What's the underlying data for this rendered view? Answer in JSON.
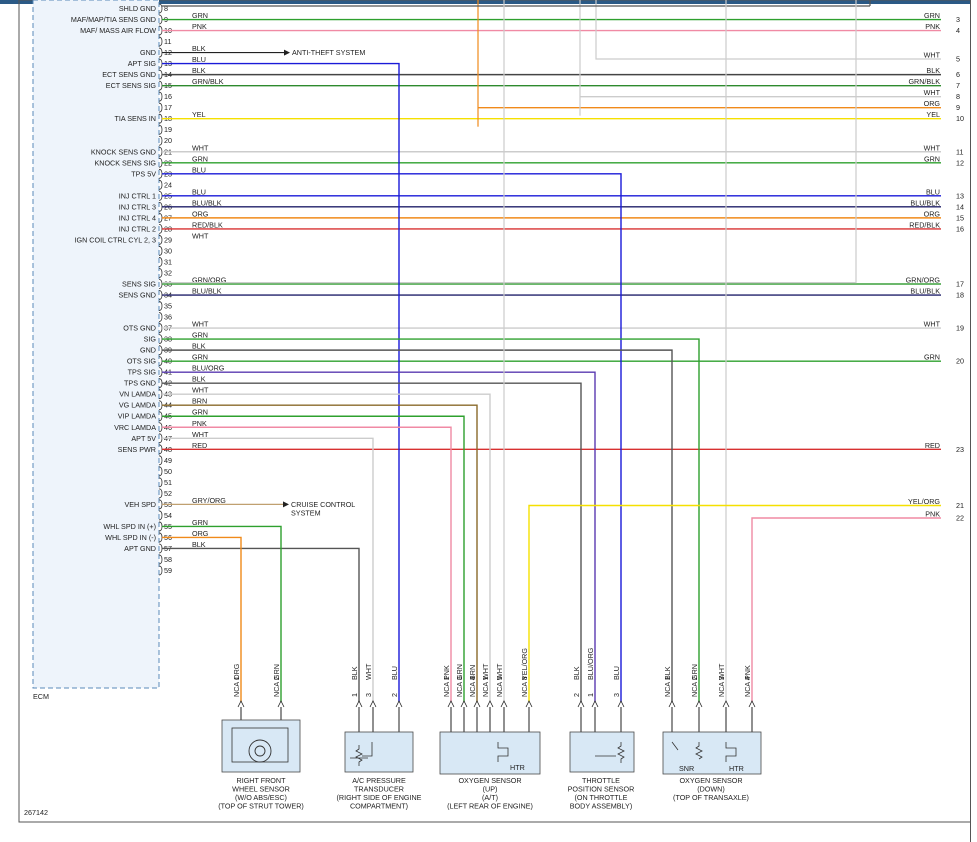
{
  "ecm": {
    "label": "ECM",
    "diagram_id": "267142",
    "pins": [
      {
        "n": "8",
        "name": "SHLD GND",
        "wire": "",
        "color": ""
      },
      {
        "n": "9",
        "name": "MAF/MAP/TIA SENS GND",
        "wire": "GRN",
        "color": "#2ea02e",
        "right": "GRN",
        "num": "3"
      },
      {
        "n": "10",
        "name": "MAF/ MASS AIR FLOW",
        "wire": "PNK",
        "color": "#f08aa4",
        "right": "PNK",
        "num": "4"
      },
      {
        "n": "11",
        "name": "",
        "wire": "",
        "color": ""
      },
      {
        "n": "12",
        "name": "GND",
        "wire": "BLK",
        "color": "#222222",
        "arrow": "ANTI-THEFT SYSTEM"
      },
      {
        "n": "13",
        "name": "APT SIG",
        "wire": "BLU",
        "color": "#1a1ad8"
      },
      {
        "n": "14",
        "name": "ECT SENS GND",
        "wire": "BLK",
        "color": "#444444",
        "right": "BLK",
        "num": "6"
      },
      {
        "n": "15",
        "name": "ECT SENS SIG",
        "wire": "GRN/BLK",
        "color": "#2e8a2e",
        "right": "GRN/BLK",
        "num": "7"
      },
      {
        "n": "16",
        "name": "",
        "wire": "",
        "color": "",
        "right": "WHT",
        "num": "8",
        "rcolor": "#cccccc"
      },
      {
        "n": "17",
        "name": "",
        "wire": "",
        "color": "",
        "right": "ORG",
        "num": "9",
        "rcolor": "#f08a1a"
      },
      {
        "n": "18",
        "name": "TIA SENS IN",
        "wire": "YEL",
        "color": "#f5e000",
        "right": "YEL",
        "num": "10"
      },
      {
        "n": "19",
        "name": "",
        "wire": "",
        "color": ""
      },
      {
        "n": "20",
        "name": "",
        "wire": "",
        "color": ""
      },
      {
        "n": "21",
        "name": "KNOCK SENS GND",
        "wire": "WHT",
        "color": "#cccccc",
        "right": "WHT",
        "num": "11"
      },
      {
        "n": "22",
        "name": "KNOCK SENS SIG",
        "wire": "GRN",
        "color": "#2ea02e",
        "right": "GRN",
        "num": "12"
      },
      {
        "n": "23",
        "name": "TPS 5V",
        "wire": "BLU",
        "color": "#1a1ad8"
      },
      {
        "n": "24",
        "name": "",
        "wire": "",
        "color": ""
      },
      {
        "n": "25",
        "name": "INJ CTRL 1",
        "wire": "BLU",
        "color": "#1a1ad8",
        "right": "BLU",
        "num": "13"
      },
      {
        "n": "26",
        "name": "INJ CTRL 3",
        "wire": "BLU/BLK",
        "color": "#20206a",
        "right": "BLU/BLK",
        "num": "14"
      },
      {
        "n": "27",
        "name": "INJ CTRL 4",
        "wire": "ORG",
        "color": "#f08a1a",
        "right": "ORG",
        "num": "15"
      },
      {
        "n": "28",
        "name": "INJ CTRL 2",
        "wire": "RED/BLK",
        "color": "#d83030",
        "right": "RED/BLK",
        "num": "16"
      },
      {
        "n": "29",
        "name": "IGN COIL CTRL CYL 2, 3",
        "wire": "WHT",
        "color": "#cccccc"
      },
      {
        "n": "30",
        "name": "",
        "wire": "",
        "color": ""
      },
      {
        "n": "31",
        "name": "",
        "wire": "",
        "color": ""
      },
      {
        "n": "32",
        "name": "",
        "wire": "",
        "color": ""
      },
      {
        "n": "33",
        "name": "SENS SIG",
        "wire": "GRN/ORG",
        "color": "#3ca03c",
        "right": "GRN/ORG",
        "num": "17"
      },
      {
        "n": "34",
        "name": "SENS GND",
        "wire": "BLU/BLK",
        "color": "#20206a",
        "right": "BLU/BLK",
        "num": "18"
      },
      {
        "n": "35",
        "name": "",
        "wire": "",
        "color": ""
      },
      {
        "n": "36",
        "name": "",
        "wire": "",
        "color": ""
      },
      {
        "n": "37",
        "name": "OTS GND",
        "wire": "WHT",
        "color": "#cccccc",
        "right": "WHT",
        "num": "19"
      },
      {
        "n": "38",
        "name": "SIG",
        "wire": "GRN",
        "color": "#2ea02e"
      },
      {
        "n": "39",
        "name": "GND",
        "wire": "BLK",
        "color": "#555555"
      },
      {
        "n": "40",
        "name": "OTS SIG",
        "wire": "GRN",
        "color": "#2ea02e",
        "right": "GRN",
        "num": "20"
      },
      {
        "n": "41",
        "name": "TPS SIG",
        "wire": "BLU/ORG",
        "color": "#5a3ab0"
      },
      {
        "n": "42",
        "name": "TPS GND",
        "wire": "BLK",
        "color": "#555555"
      },
      {
        "n": "43",
        "name": "VN LAMDA",
        "wire": "WHT",
        "color": "#cccccc"
      },
      {
        "n": "44",
        "name": "VG LAMDA",
        "wire": "BRN",
        "color": "#8a6a2a"
      },
      {
        "n": "45",
        "name": "VIP LAMDA",
        "wire": "GRN",
        "color": "#2ea02e"
      },
      {
        "n": "46",
        "name": "VRC LAMDA",
        "wire": "PNK",
        "color": "#f08aa4"
      },
      {
        "n": "47",
        "name": "APT 5V",
        "wire": "WHT",
        "color": "#cccccc"
      },
      {
        "n": "48",
        "name": "SENS PWR",
        "wire": "RED",
        "color": "#d83030",
        "right": "RED",
        "num": "23"
      },
      {
        "n": "49",
        "name": "",
        "wire": "",
        "color": ""
      },
      {
        "n": "50",
        "name": "",
        "wire": "",
        "color": ""
      },
      {
        "n": "51",
        "name": "",
        "wire": "",
        "color": ""
      },
      {
        "n": "52",
        "name": "",
        "wire": "",
        "color": ""
      },
      {
        "n": "53",
        "name": "VEH SPD",
        "wire": "GRY/ORG",
        "color": "#c0a070",
        "arrow": "CRUISE CONTROL\nSYSTEM"
      },
      {
        "n": "54",
        "name": "",
        "wire": "",
        "color": ""
      },
      {
        "n": "55",
        "name": "WHL SPD IN (+)",
        "wire": "GRN",
        "color": "#2ea02e"
      },
      {
        "n": "56",
        "name": "WHL SPD IN (-)",
        "wire": "ORG",
        "color": "#f08a1a"
      },
      {
        "n": "57",
        "name": "APT GND",
        "wire": "BLK",
        "color": "#555555"
      },
      {
        "n": "58",
        "name": "",
        "wire": "",
        "color": ""
      },
      {
        "n": "59",
        "name": "",
        "wire": "",
        "color": ""
      }
    ]
  },
  "right_extra": {
    "wht5": {
      "label": "WHT",
      "num": "5"
    },
    "yelorg21": {
      "label": "YEL/ORG",
      "num": "21"
    },
    "pnk22": {
      "label": "PNK",
      "num": "22"
    }
  },
  "components": [
    {
      "id": "wheel",
      "caption": [
        "RIGHT FRONT",
        "WHEEL SENSOR",
        "(W/O ABS/ESC)",
        "(TOP OF STRUT TOWER)"
      ],
      "pins": [
        {
          "n": "1",
          "tag": "NCA",
          "wire": "ORG"
        },
        {
          "n": "2",
          "tag": "NCA",
          "wire": "GRN"
        }
      ]
    },
    {
      "id": "ac",
      "caption": [
        "A/C PRESSURE",
        "TRANSDUCER",
        "(RIGHT SIDE OF ENGINE",
        "COMPARTMENT)"
      ],
      "pins": [
        {
          "n": "1",
          "tag": "",
          "wire": "BLK"
        },
        {
          "n": "3",
          "tag": "",
          "wire": "WHT"
        },
        {
          "n": "2",
          "tag": "",
          "wire": "BLU"
        }
      ]
    },
    {
      "id": "o2up",
      "caption": [
        "OXYGEN SENSOR",
        "(UP)",
        "(A/T)",
        "(LEFT REAR OF ENGINE)"
      ],
      "pins": [
        {
          "n": "1",
          "tag": "NCA",
          "wire": "PNK",
          "sig": "VRC"
        },
        {
          "n": "3",
          "tag": "NCA",
          "wire": "GRN",
          "sig": "VIP"
        },
        {
          "n": "4",
          "tag": "NCA",
          "wire": "BRN",
          "sig": "VG"
        },
        {
          "n": "1",
          "tag": "NCA",
          "wire": "WHT",
          "sig": "VN"
        },
        {
          "n": "5",
          "tag": "NCA",
          "wire": "WHT",
          "sig": ""
        },
        {
          "n": "8",
          "tag": "NCA",
          "wire": "YEL/ORG",
          "sig": ""
        }
      ],
      "htr": "HTR"
    },
    {
      "id": "tps",
      "caption": [
        "THROTTLE",
        "POSITION SENSOR",
        "(ON THROTTLE",
        "BODY ASSEMBLY)"
      ],
      "pins": [
        {
          "n": "2",
          "tag": "",
          "wire": "BLK"
        },
        {
          "n": "1",
          "tag": "",
          "wire": "BLU/ORG"
        },
        {
          "n": "3",
          "tag": "",
          "wire": "BLU"
        }
      ]
    },
    {
      "id": "o2down",
      "caption": [
        "OXYGEN SENSOR",
        "(DOWN)",
        "(TOP OF TRANSAXLE)"
      ],
      "pins": [
        {
          "n": "1",
          "tag": "NCA",
          "wire": "BLK"
        },
        {
          "n": "2",
          "tag": "NCA",
          "wire": "GRN"
        },
        {
          "n": "3",
          "tag": "NCA",
          "wire": "WHT"
        },
        {
          "n": "4",
          "tag": "NCA",
          "wire": "PNK"
        }
      ],
      "snr": "SNR",
      "htr": "HTR"
    }
  ]
}
